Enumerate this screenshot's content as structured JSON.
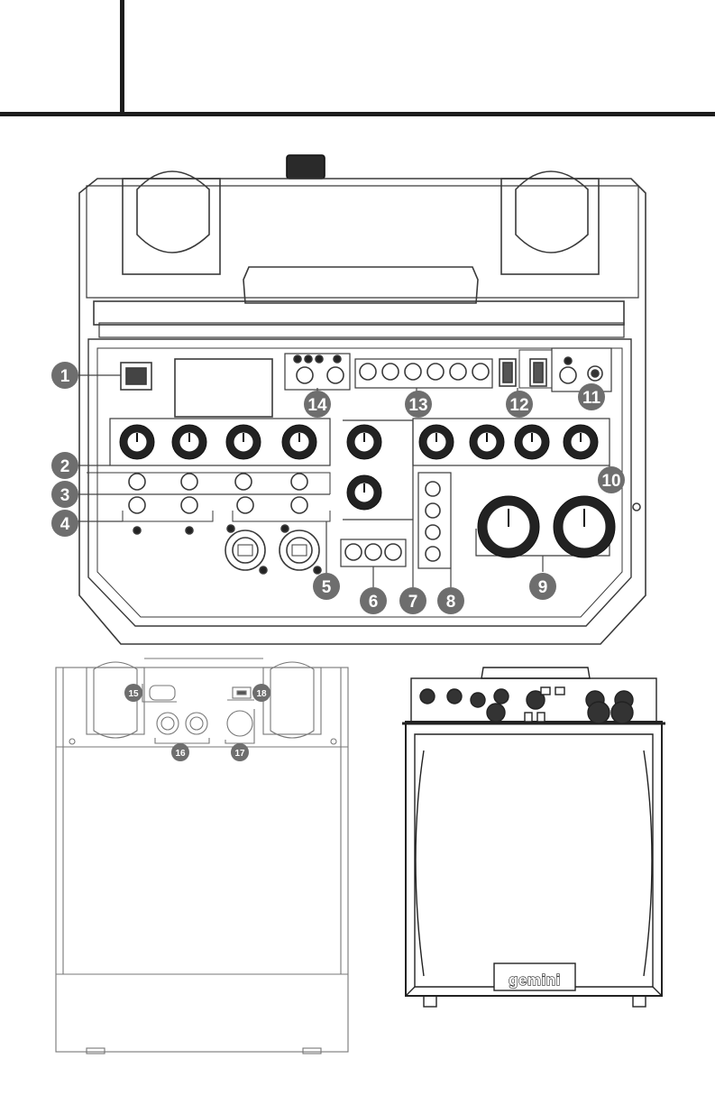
{
  "callouts": [
    "1",
    "2",
    "3",
    "4",
    "5",
    "6",
    "7",
    "8",
    "9",
    "10",
    "11",
    "12",
    "13",
    "14"
  ],
  "rear_callouts": [
    "15",
    "16",
    "17",
    "18"
  ],
  "brand_logo": "gemini",
  "colors": {
    "ink": "#1d1d1d",
    "badge": "#6e6e6e",
    "line": "#444444"
  }
}
